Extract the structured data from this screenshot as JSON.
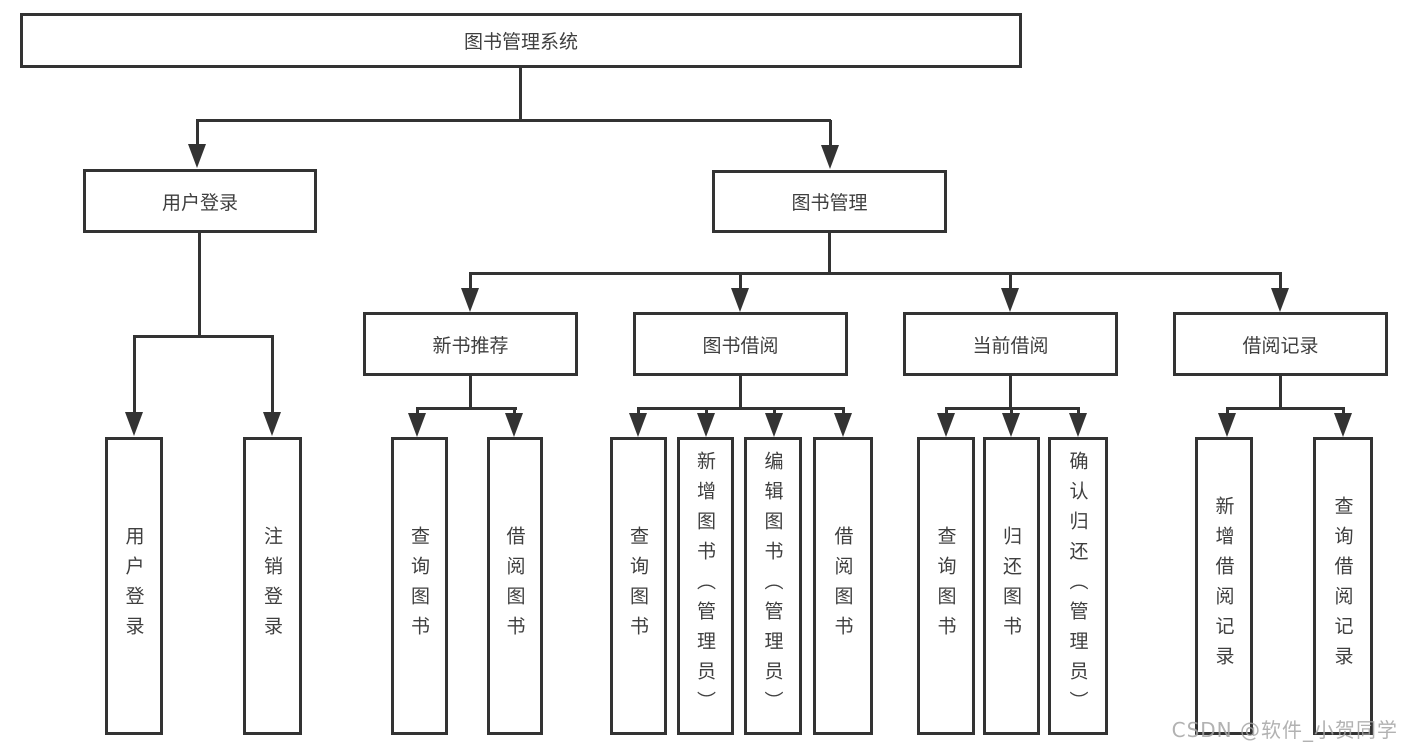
{
  "tree": {
    "root": {
      "label": "图书管理系统",
      "children": [
        {
          "label": "用户登录",
          "children": [
            {
              "label": "用户登录"
            },
            {
              "label": "注销登录"
            }
          ]
        },
        {
          "label": "图书管理",
          "children": [
            {
              "label": "新书推荐",
              "children": [
                {
                  "label": "查询图书"
                },
                {
                  "label": "借阅图书"
                }
              ]
            },
            {
              "label": "图书借阅",
              "children": [
                {
                  "label": "查询图书"
                },
                {
                  "label": "新增图书（管理员）"
                },
                {
                  "label": "编辑图书（管理员）"
                },
                {
                  "label": "借阅图书"
                }
              ]
            },
            {
              "label": "当前借阅",
              "children": [
                {
                  "label": "查询图书"
                },
                {
                  "label": "归还图书"
                },
                {
                  "label": "确认归还（管理员）"
                }
              ]
            },
            {
              "label": "借阅记录",
              "children": [
                {
                  "label": "新增借阅记录"
                },
                {
                  "label": "查询借阅记录"
                }
              ]
            }
          ]
        }
      ]
    }
  },
  "watermark": "CSDN @软件_小贺同学",
  "colors": {
    "line": "#333333",
    "text": "#3f3f3f",
    "watermark": "#a5a5a5",
    "background": "#ffffff"
  }
}
